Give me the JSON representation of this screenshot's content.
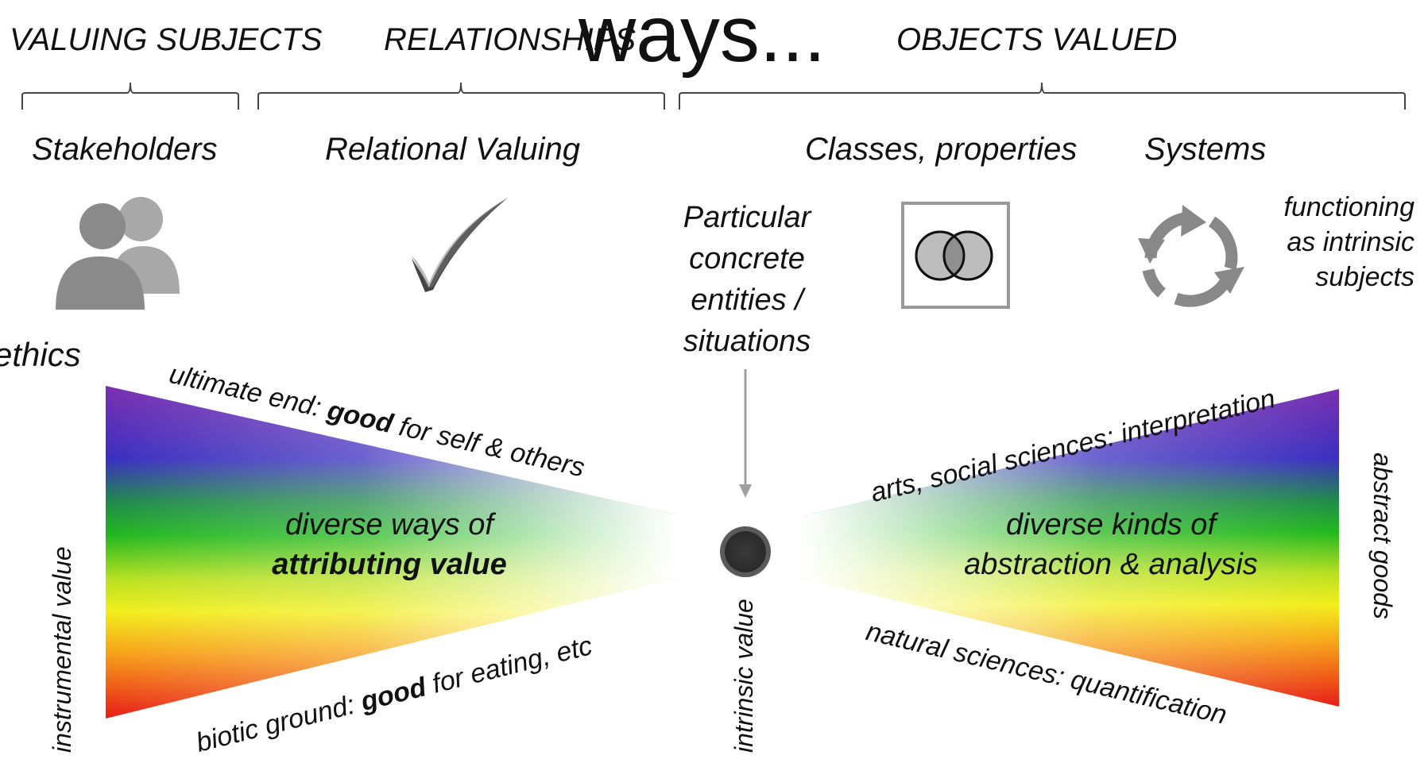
{
  "title": "ways...",
  "headers": {
    "valuing_subjects": "VALUING SUBJECTS",
    "relationships": "RELATIONSHIPS",
    "objects_valued": "OBJECTS VALUED"
  },
  "categories": {
    "stakeholders": "Stakeholders",
    "relational_valuing": "Relational Valuing",
    "classes_properties": "Classes, properties",
    "systems": "Systems"
  },
  "particular": [
    "Particular",
    "concrete",
    "entities /",
    "situations"
  ],
  "functioning": [
    "functioning",
    "as intrinsic",
    "subjects"
  ],
  "ethics": "ethics",
  "left_wedge": {
    "top_label_prefix": "ultimate end: ",
    "top_label_bold": "good",
    "top_label_suffix": " for self & others",
    "bottom_label_prefix": "biotic ground: ",
    "bottom_label_bold": "good",
    "bottom_label_suffix": " for eating, etc",
    "center_line1": "diverse ways of",
    "center_line2": "attributing value",
    "side_label": "instrumental value"
  },
  "right_wedge": {
    "top_label": "arts, social sciences: interpretation",
    "bottom_label": "natural sciences: quantification",
    "center_line1": "diverse kinds of",
    "center_line2": "abstraction & analysis",
    "side_label": "abstract goods"
  },
  "center_label": "intrinsic value",
  "icons": {
    "people": "people-icon",
    "check": "checkmark-icon",
    "venn": "venn-diagram-icon",
    "cycle": "cycle-arrows-icon",
    "dot": "center-dot-icon",
    "arrow": "down-arrow-icon"
  }
}
